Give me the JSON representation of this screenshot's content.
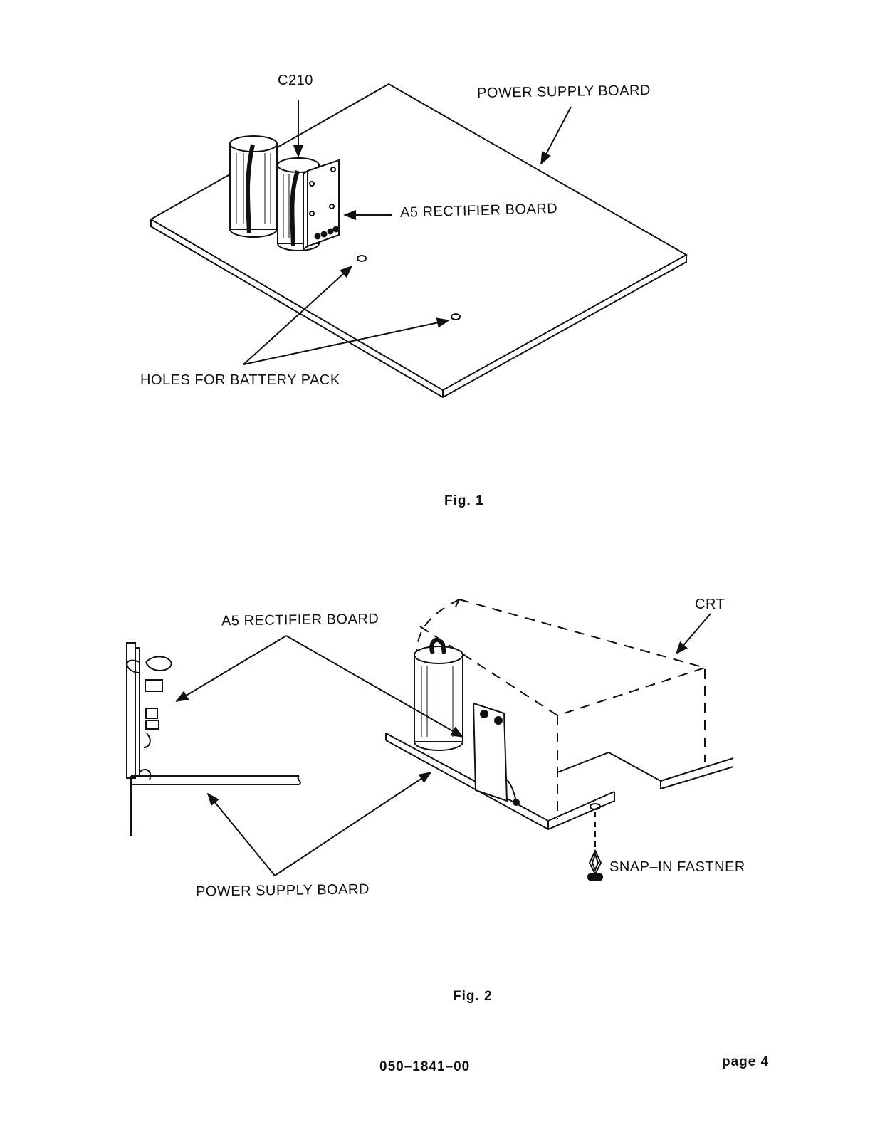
{
  "fig1": {
    "label_c210": "C210",
    "label_power_supply_board": "POWER  SUPPLY BOARD",
    "label_a5_rectifier_board": "A5  RECTIFIER BOARD",
    "label_holes": "HOLES  FOR  BATTERY  PACK",
    "caption": "Fig.  1"
  },
  "fig2": {
    "label_a5_rectifier_board": "A5  RECTIFIER BOARD",
    "label_crt": "CRT",
    "label_power_supply_board": "POWER SUPPLY BOARD",
    "label_snap_in": "SNAP–IN  FASTNER",
    "caption": "Fig.  2"
  },
  "footer": {
    "doc_number": "050–1841–00",
    "page": "page  4"
  }
}
